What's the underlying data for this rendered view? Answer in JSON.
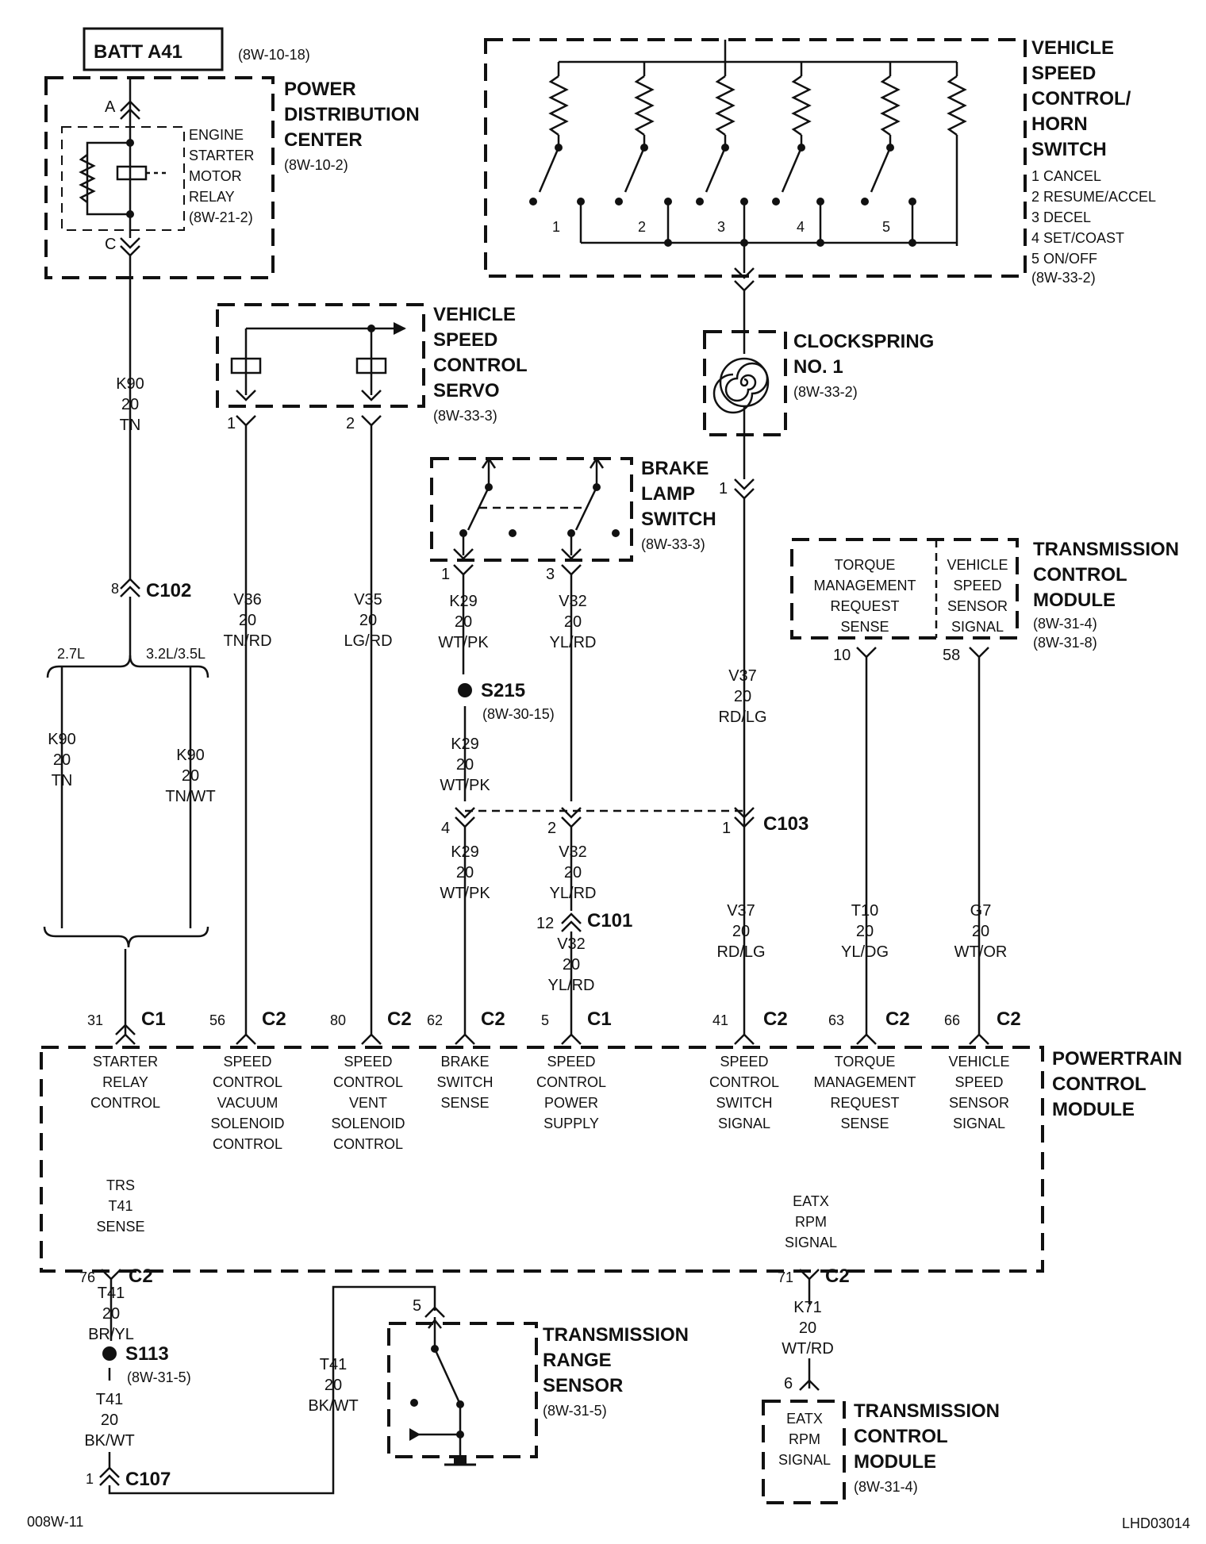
{
  "header": {
    "batt": "BATT A41",
    "batt_ref": "(8W-10-18)"
  },
  "pdc": {
    "title_lines": [
      "POWER",
      "DISTRIBUTION",
      "CENTER"
    ],
    "ref": "(8W-10-2)",
    "pin_a": "A",
    "pin_c": "C",
    "relay_lines": [
      "ENGINE",
      "STARTER",
      "MOTOR",
      "RELAY"
    ],
    "relay_ref": "(8W-21-2)"
  },
  "horn_switch": {
    "title_lines": [
      "VEHICLE",
      "SPEED",
      "CONTROL/",
      "HORN",
      "SWITCH"
    ],
    "legend": [
      "1 CANCEL",
      "2 RESUME/ACCEL",
      "3 DECEL",
      "4 SET/COAST",
      "5 ON/OFF"
    ],
    "ref": "(8W-33-2)",
    "numbers": [
      "1",
      "2",
      "3",
      "4",
      "5"
    ]
  },
  "clockspring": {
    "title_lines": [
      "CLOCKSPRING",
      "NO. 1"
    ],
    "ref": "(8W-33-2)",
    "pin": "1"
  },
  "servo": {
    "title_lines": [
      "VEHICLE",
      "SPEED",
      "CONTROL",
      "SERVO"
    ],
    "ref": "(8W-33-3)",
    "pin1": "1",
    "pin2": "2"
  },
  "brake_switch": {
    "title_lines": [
      "BRAKE",
      "LAMP",
      "SWITCH"
    ],
    "ref": "(8W-33-3)",
    "pin1": "1",
    "pin3": "3"
  },
  "tcm_top": {
    "title_lines": [
      "TRANSMISSION",
      "CONTROL",
      "MODULE"
    ],
    "refs": [
      "(8W-31-4)",
      "(8W-31-8)"
    ],
    "box1_lines": [
      "TORQUE",
      "MANAGEMENT",
      "REQUEST",
      "SENSE"
    ],
    "box2_lines": [
      "VEHICLE",
      "SPEED",
      "SENSOR",
      "SIGNAL"
    ],
    "pin10": "10",
    "pin58": "58"
  },
  "wires": {
    "k90_main": [
      "K90",
      "20",
      "TN"
    ],
    "k90_27": [
      "K90",
      "20",
      "TN"
    ],
    "k90_32": [
      "K90",
      "20",
      "TN/WT"
    ],
    "v36": [
      "V36",
      "20",
      "TN/RD"
    ],
    "v35": [
      "V35",
      "20",
      "LG/RD"
    ],
    "k29_a": [
      "K29",
      "20",
      "WT/PK"
    ],
    "k29_b": [
      "K29",
      "20",
      "WT/PK"
    ],
    "k29_c": [
      "K29",
      "20",
      "WT/PK"
    ],
    "v32_a": [
      "V32",
      "20",
      "YL/RD"
    ],
    "v32_b": [
      "V32",
      "20",
      "YL/RD"
    ],
    "v32_c": [
      "V32",
      "20",
      "YL/RD"
    ],
    "v37_a": [
      "V37",
      "20",
      "RD/LG"
    ],
    "v37_b": [
      "V37",
      "20",
      "RD/LG"
    ],
    "t10": [
      "T10",
      "20",
      "YL/DG"
    ],
    "g7": [
      "G7",
      "20",
      "WT/OR"
    ],
    "t41_a": [
      "T41",
      "20",
      "BR/YL"
    ],
    "t41_b": [
      "T41",
      "20",
      "BK/WT"
    ],
    "t41_c": [
      "T41",
      "20",
      "BK/WT"
    ],
    "k71": [
      "K71",
      "20",
      "WT/RD"
    ]
  },
  "connectors": {
    "c102": "C102",
    "c102_pin": "8",
    "variant_27": "2.7L",
    "variant_32": "3.2L/3.5L",
    "s215": "S215",
    "s215_ref": "(8W-30-15)",
    "c103": "C103",
    "c103_pins": [
      "4",
      "2",
      "1"
    ],
    "c101": "C101",
    "c101_pin": "12",
    "s113": "S113",
    "s113_ref": "(8W-31-5)",
    "c107": "C107",
    "c107_pin": "1"
  },
  "pcm": {
    "title_lines": [
      "POWERTRAIN",
      "CONTROL",
      "MODULE"
    ],
    "terminals": [
      {
        "pin": "31",
        "conn": "C1",
        "label": [
          "STARTER",
          "RELAY",
          "CONTROL"
        ]
      },
      {
        "pin": "56",
        "conn": "C2",
        "label": [
          "SPEED",
          "CONTROL",
          "VACUUM",
          "SOLENOID",
          "CONTROL"
        ]
      },
      {
        "pin": "80",
        "conn": "C2",
        "label": [
          "SPEED",
          "CONTROL",
          "VENT",
          "SOLENOID",
          "CONTROL"
        ]
      },
      {
        "pin": "62",
        "conn": "C2",
        "label": [
          "BRAKE",
          "SWITCH",
          "SENSE"
        ]
      },
      {
        "pin": "5",
        "conn": "C1",
        "label": [
          "SPEED",
          "CONTROL",
          "POWER",
          "SUPPLY"
        ]
      },
      {
        "pin": "41",
        "conn": "C2",
        "label": [
          "SPEED",
          "CONTROL",
          "SWITCH",
          "SIGNAL"
        ]
      },
      {
        "pin": "63",
        "conn": "C2",
        "label": [
          "TORQUE",
          "MANAGEMENT",
          "REQUEST",
          "SENSE"
        ]
      },
      {
        "pin": "66",
        "conn": "C2",
        "label": [
          "VEHICLE",
          "SPEED",
          "SENSOR",
          "SIGNAL"
        ]
      }
    ],
    "trs_label": [
      "TRS",
      "T41",
      "SENSE"
    ],
    "trs_pin": "76",
    "trs_conn": "C2",
    "eatx_label": [
      "EATX",
      "RPM",
      "SIGNAL"
    ],
    "eatx_pin": "71",
    "eatx_conn": "C2"
  },
  "trs": {
    "title_lines": [
      "TRANSMISSION",
      "RANGE",
      "SENSOR"
    ],
    "ref": "(8W-31-5)",
    "pin": "5"
  },
  "tcm_bottom": {
    "title_lines": [
      "TRANSMISSION",
      "CONTROL",
      "MODULE"
    ],
    "ref": "(8W-31-4)",
    "box_lines": [
      "EATX",
      "RPM",
      "SIGNAL"
    ],
    "pin": "6"
  },
  "footer": {
    "left": "008W-11",
    "right": "LHD03014"
  }
}
